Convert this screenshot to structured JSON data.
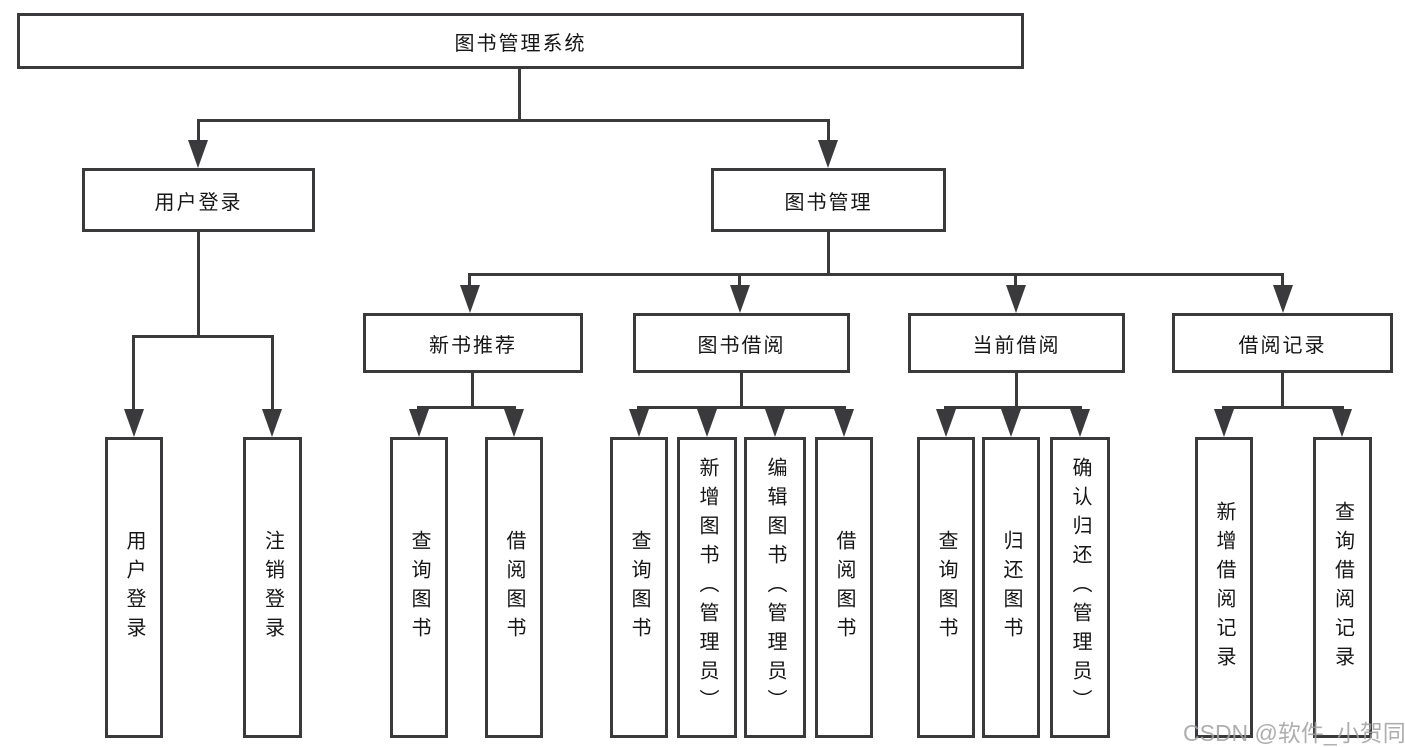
{
  "tree": {
    "root": {
      "label": "图书管理系统"
    },
    "branches": [
      {
        "label": "用户登录",
        "children": [
          {
            "label": "用户登录"
          },
          {
            "label": "注销登录"
          }
        ]
      },
      {
        "label": "图书管理",
        "children": [
          {
            "label": "新书推荐",
            "children": [
              {
                "label": "查询图书"
              },
              {
                "label": "借阅图书"
              }
            ]
          },
          {
            "label": "图书借阅",
            "children": [
              {
                "label": "查询图书"
              },
              {
                "label": "新增图书（管理员）"
              },
              {
                "label": "编辑图书（管理员）"
              },
              {
                "label": "借阅图书"
              }
            ]
          },
          {
            "label": "当前借阅",
            "children": [
              {
                "label": "查询图书"
              },
              {
                "label": "归还图书"
              },
              {
                "label": "确认归还（管理员）"
              }
            ]
          },
          {
            "label": "借阅记录",
            "children": [
              {
                "label": "新增借阅记录"
              },
              {
                "label": "查询借阅记录"
              }
            ]
          }
        ]
      }
    ]
  },
  "watermark": {
    "text": "CSDN @软件_小贺同学"
  },
  "colors": {
    "line": "#3a3a3c",
    "text": "#161616",
    "watermark": "#a0a0a2",
    "background": "#ffffff"
  }
}
